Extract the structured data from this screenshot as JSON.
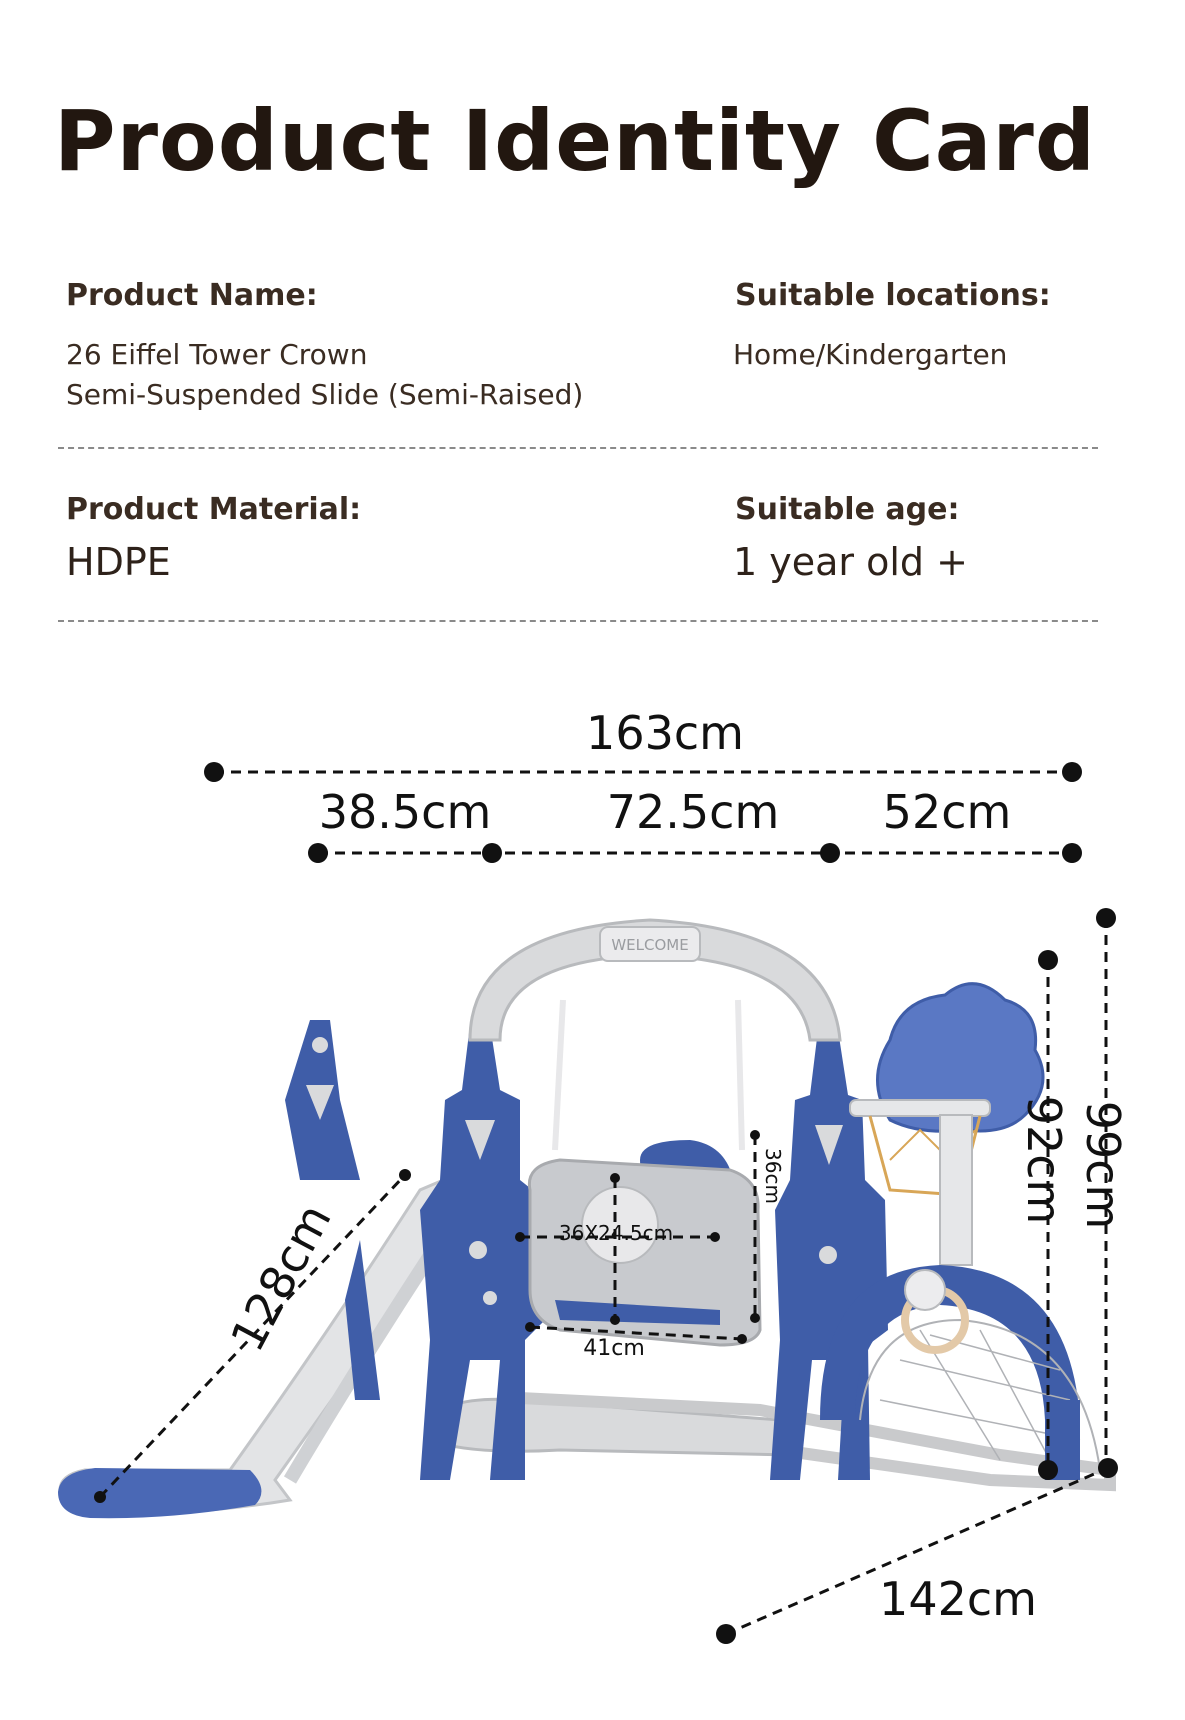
{
  "header": {
    "title": "Product Identity Card"
  },
  "info": {
    "product_name_label": "Product Name:",
    "product_name_line1": "26 Eiffel Tower Crown",
    "product_name_line2": "Semi-Suspended Slide (Semi-Raised)",
    "locations_label": "Suitable locations:",
    "locations_value": "Home/Kindergarten",
    "material_label": "Product Material:",
    "material_value": "HDPE",
    "age_label": "Suitable age:",
    "age_value": "1 year old +"
  },
  "dimensions": {
    "total_width": "163cm",
    "segment_left": "38.5cm",
    "segment_middle": "72.5cm",
    "segment_right": "52cm",
    "slide_length": "128cm",
    "seat_size": "36X24.5cm",
    "seat_height": "36cm",
    "seat_width": "41cm",
    "hoop_height": "92cm",
    "total_height": "99cm",
    "depth": "142cm"
  },
  "product_image": {
    "sign_text": "WELCOME"
  },
  "colors": {
    "blue": "#3f5da8",
    "light_blue": "#6d8bd0",
    "grey": "#d9dadc",
    "dark_grey": "#b8babd",
    "text": "#2a1d14"
  }
}
